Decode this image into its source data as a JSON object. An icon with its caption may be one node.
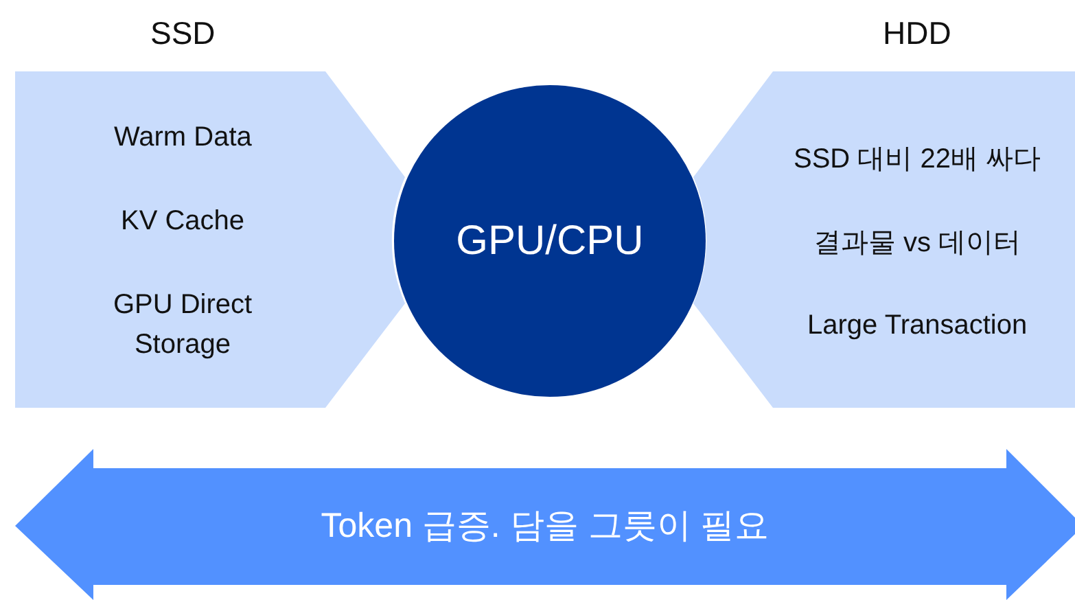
{
  "diagram": {
    "nodes": [
      {
        "text": [
          "SSD",
          "Warm Data",
          "KV Cache",
          "GPU Direct Storage"
        ]
      },
      {
        "text": [
          "GPU/CPU"
        ]
      },
      {
        "text": [
          "HDD",
          "SSD 대비 22배 싸다",
          "결과물 vs 데이터",
          "Large Transaction"
        ]
      },
      {
        "text": [
          "Token 급증. 담을 그릇이 필요"
        ]
      }
    ],
    "edges": []
  }
}
